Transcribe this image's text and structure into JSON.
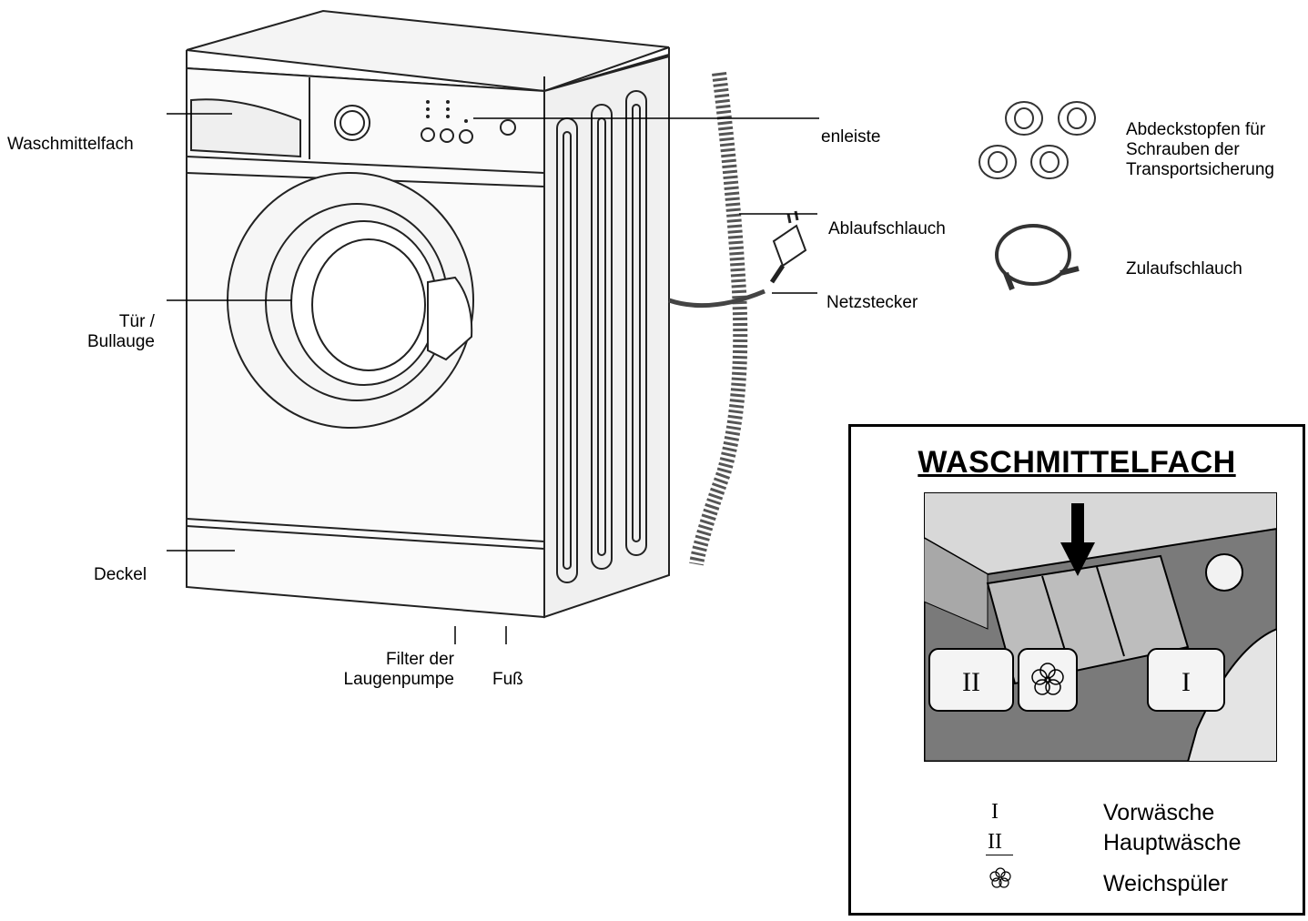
{
  "labels": {
    "detergent_drawer": "Waschmittelfach",
    "door": "Tür /",
    "door_line2": "Bullauge",
    "cover": "Deckel",
    "pump_filter": "Filter der",
    "pump_filter_line2": "Laugenpumpe",
    "foot": "Fuß",
    "control_panel": "enleiste",
    "drain_hose": "Ablaufschlauch",
    "power_plug": "Netzstecker",
    "caps": "Abdeckstopfen für",
    "caps_line2": "Schrauben der",
    "caps_line3": "Transportsicherung",
    "inlet_hose": "Zulaufschlauch"
  },
  "callout": {
    "title": "WASCHMITTELFACH",
    "compartment_labels": [
      "II",
      "I"
    ],
    "legend": [
      {
        "symbol": "I",
        "text": "Vorwäsche"
      },
      {
        "symbol": "II",
        "text": "Hauptwäsche"
      },
      {
        "symbol": "flower-icon",
        "text": "Weichspüler"
      }
    ]
  }
}
